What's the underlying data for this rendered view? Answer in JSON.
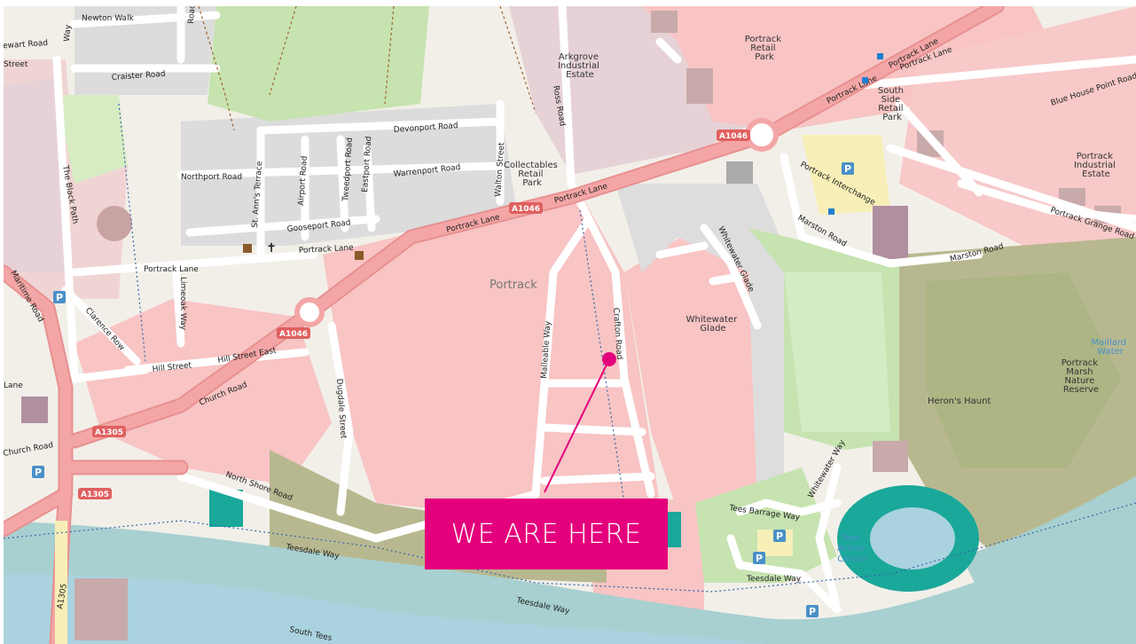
{
  "map": {
    "place_name": "Portrack",
    "callout_text": "WE ARE HERE",
    "colors": {
      "accent": "#e4007c",
      "primary_road": "#f28f8f",
      "commercial": "#f8c9c9",
      "industrial": "#e8d3d8",
      "retail": "#f8c4c4",
      "residential": "#e0e0e0",
      "river": "#a8d0d0",
      "grass": "#c6e3b0",
      "wetland": "#b8b890",
      "parking": "#f7efb7"
    },
    "roads": {
      "portrack_lane_1": "Portrack Lane",
      "portrack_lane_2": "Portrack Lane",
      "portrack_lane_3": "Portrack Lane",
      "portrack_lane_4": "Portrack Lane",
      "portrack_lane_5": "Portrack Lane",
      "portrack_lane_6": "Portrack Lane",
      "a1046_1": "A1046",
      "a1046_2": "A1046",
      "a1046_3": "A1046",
      "a1305_1": "A1305",
      "a1305_2": "A1305",
      "church_road_1": "Church Road",
      "church_road_2": "Church Road",
      "hill_street": "Hill Street",
      "hill_street_east": "Hill Street East",
      "clarence_row": "Clarence Row",
      "limeoak_way": "Limeoak Way",
      "the_black_path": "The Black Path",
      "northport_road": "Northport Road",
      "gooseport_road": "Gooseport Road",
      "warrenport_road": "Warrenport Road",
      "devonport_road": "Devonport Road",
      "st_anns_terrace": "St. Ann's Terrace",
      "airport_road": "Airport Road",
      "tweedport_road": "Tweedport Road",
      "eastport_road": "Eastport Road",
      "walton_street": "Walton Street",
      "ross_road": "Ross Road",
      "crafton_road": "Crafton Road",
      "malleable_way": "Malleable Way",
      "dugdale_street": "Dugdale Street",
      "north_shore_road": "North Shore Road",
      "teesdale_way_1": "Teesdale Way",
      "teesdale_way_2": "Teesdale Way",
      "teesdale_way_3": "Teesdale Way",
      "tees_barrage_way": "Tees Barrage Way",
      "marston_road_1": "Marston Road",
      "marston_road_2": "Marston Road",
      "whitewater_glade_road": "Whitewater Glade",
      "whitewater_way": "Whitewater Way",
      "blue_house_point_road": "Blue House Point Road",
      "portrack_grange_road": "Portrack Grange Road",
      "portrack_interchange": "Portrack Interchange",
      "craister_road": "Craister Road",
      "newton_walk": "Newton Walk",
      "stewart_road": "Stewart Road",
      "street": "Street",
      "maritime_road": "Maritime Road",
      "lane": "Lane",
      "way": "Way",
      "road_top": "Road",
      "south_tees": "South Tees"
    },
    "areas": {
      "arkgrove": [
        "Arkgrove",
        "Industrial",
        "Estate"
      ],
      "collectables": [
        "Collectables",
        "Retail",
        "Park"
      ],
      "portrack_retail": [
        "Portrack",
        "Retail",
        "Park"
      ],
      "south_side": [
        "South",
        "Side",
        "Retail",
        "Park"
      ],
      "portrack_industrial": [
        "Portrack",
        "Industrial",
        "Estate"
      ],
      "whitewater_glade": [
        "Whitewater",
        "Glade"
      ],
      "herons_haunt": "Heron's Haunt",
      "portrack_marsh": [
        "Portrack",
        "Marsh",
        "Nature",
        "Reserve"
      ],
      "maillard_water": [
        "Maillard",
        "Water"
      ],
      "tees_active": [
        "Tees",
        "Active",
        "Centre"
      ]
    },
    "icons": [
      "parking-icon",
      "church-icon",
      "pub-icon",
      "bus-stop-icon"
    ]
  }
}
